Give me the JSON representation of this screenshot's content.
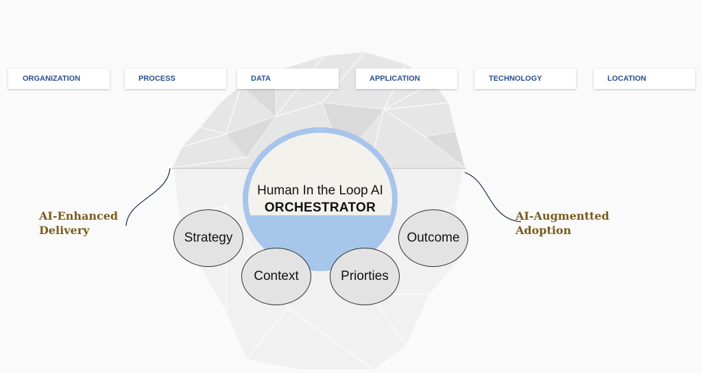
{
  "tabs": [
    "ORGANIZATION",
    "PROCESS",
    "DATA",
    "APPLICATION",
    "TECHNOLOGY",
    "LOCATION"
  ],
  "hub": {
    "line1": "Human In the Loop AI",
    "line2": "ORCHESTRATOR"
  },
  "bubbles": {
    "strategy": "Strategy",
    "context": "Context",
    "priorities": "Priorties",
    "outcome": "Outcome"
  },
  "left_label": {
    "line1": "AI-Enhanced",
    "line2": "Delivery"
  },
  "right_label": {
    "line1": "AI-Augmentted",
    "line2": "Adoption"
  },
  "colors": {
    "tab_text": "#2a4f8f",
    "label_text": "#7a5a1c",
    "hub_ring": "#a7c4ec",
    "hub_water": "#a6c6ea",
    "bubble_fill": "#e3e3e3",
    "connector": "#2b3550"
  }
}
